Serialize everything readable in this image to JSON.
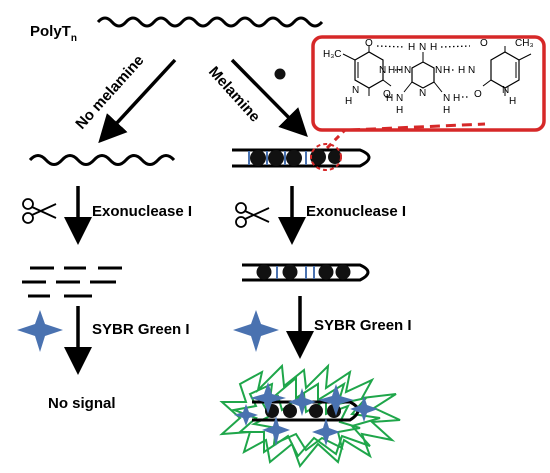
{
  "diagram": {
    "start_label": "PolyT",
    "start_subscript": "n",
    "branch_left_label": "No melamine",
    "branch_right_label": "Melamine",
    "step1_left_label": "Exonuclease I",
    "step1_right_label": "Exonuclease I",
    "step2_left_label": "SYBR Green I",
    "step2_right_label": "SYBR Green I",
    "result_left_label": "No signal"
  },
  "chemistry": {
    "labels": {
      "ch3_left": "H₃C",
      "ch3_right": "CH₃",
      "o_left_top": "O",
      "o_left_bottom": "O",
      "o_right_top": "O",
      "o_right_bottom": "O",
      "n_left_ring": "N",
      "n_right_ring": "N",
      "h_left_ring": "H",
      "h_right_ring": "H",
      "n_left_bottom": "N",
      "n_right_bottom": "N",
      "h_left_bottom": "H",
      "h_right_bottom": "H",
      "mel_n_top": "N",
      "mel_n_left": "N",
      "mel_n_right": "N",
      "mel_n_a": "N",
      "mel_n_b": "N",
      "mel_n_c": "N",
      "mel_h_top_a": "H",
      "mel_h_top_b": "H",
      "mel_h_left": "H",
      "mel_h_right": "H",
      "mel_h_bl_a": "H",
      "mel_h_bl_b": "H",
      "mel_h_br_a": "H",
      "mel_h_br_b": "H",
      "nh_left": "N-H",
      "nh_right": "H-N"
    },
    "colors": {
      "inset_border": "#d62828",
      "dashed_connector": "#d62828"
    }
  },
  "colors": {
    "sybr_star": "#4a72b0",
    "fluorescence": "#1fa64a",
    "bead": "#111111",
    "bead_tick": "#4a72b0"
  }
}
